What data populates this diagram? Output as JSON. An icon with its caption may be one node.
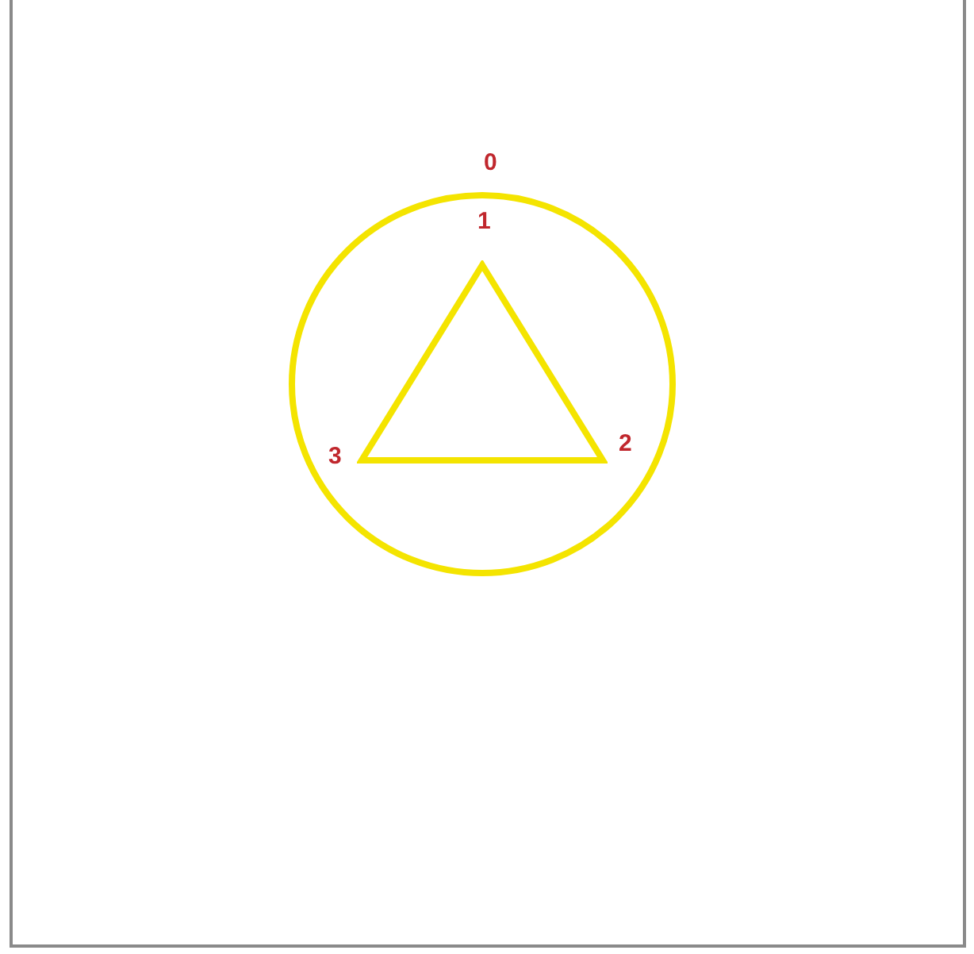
{
  "diagram": {
    "nodes": [
      {
        "text": [
          "0"
        ]
      },
      {
        "text": [],
        "shape": "triangle",
        "in": 0
      }
    ],
    "labels": [
      "1",
      "2",
      "3"
    ]
  }
}
